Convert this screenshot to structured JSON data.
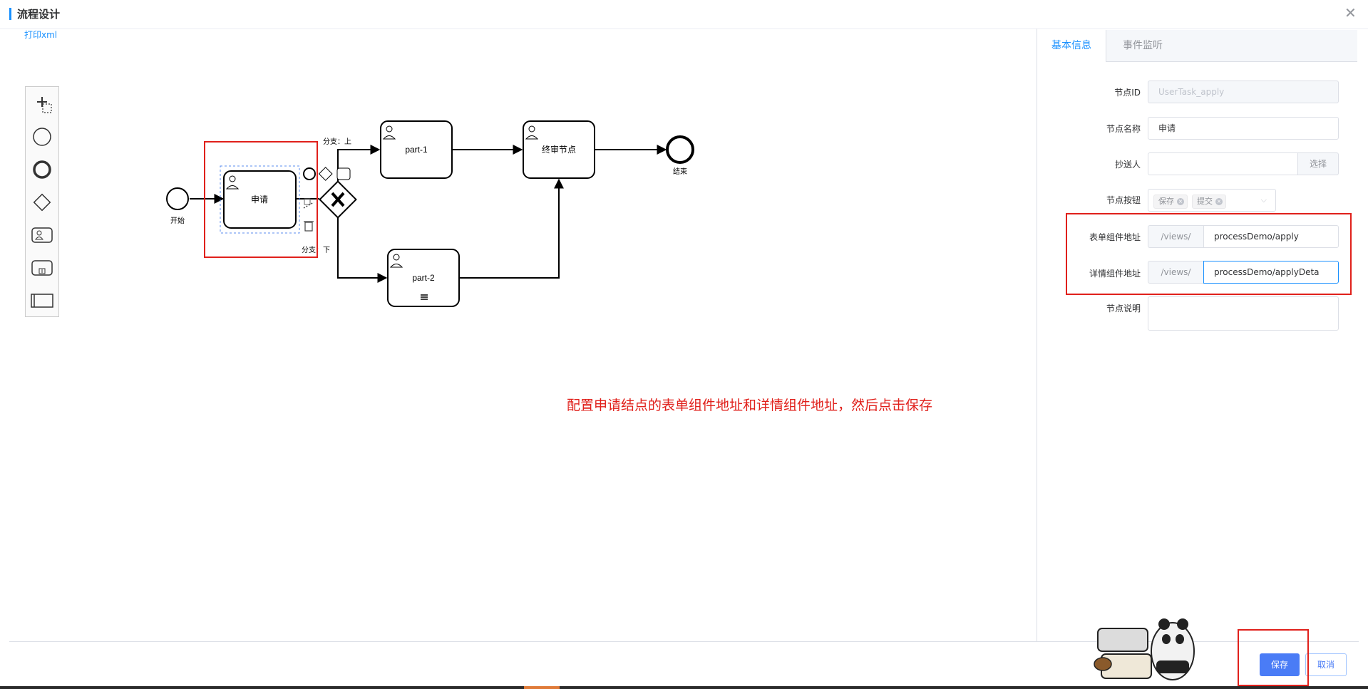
{
  "dialog": {
    "title": "流程设计"
  },
  "toolbar": {
    "print_xml": "打印xml"
  },
  "diagram": {
    "start_label": "开始",
    "end_label": "结束",
    "task_apply": "申请",
    "task_part1": "part-1",
    "task_part2": "part-2",
    "task_final": "终审节点",
    "branch_up": "分支：上",
    "branch_down": "分支：下"
  },
  "instruction": "配置申请结点的表单组件地址和详情组件地址，然后点击保存",
  "panel": {
    "tabs": [
      {
        "label": "基本信息"
      },
      {
        "label": "事件监听"
      }
    ],
    "fields": {
      "node_id": {
        "label": "节点ID",
        "value": "UserTask_apply"
      },
      "node_name": {
        "label": "节点名称",
        "value": "申请"
      },
      "cc": {
        "label": "抄送人",
        "value": "",
        "button": "选择"
      },
      "buttons": {
        "label": "节点按钮",
        "tags": [
          "保存",
          "提交"
        ]
      },
      "form_path": {
        "label": "表单组件地址",
        "prefix": "/views/",
        "value": "processDemo/apply"
      },
      "detail_path": {
        "label": "详情组件地址",
        "prefix": "/views/",
        "value": "processDemo/applyDeta"
      },
      "description": {
        "label": "节点说明",
        "value": ""
      }
    }
  },
  "footer": {
    "save": "保存",
    "cancel": "取消"
  },
  "colors": {
    "accent": "#1890ff",
    "primary_button": "#4a7cf6",
    "highlight": "#e0201b"
  }
}
